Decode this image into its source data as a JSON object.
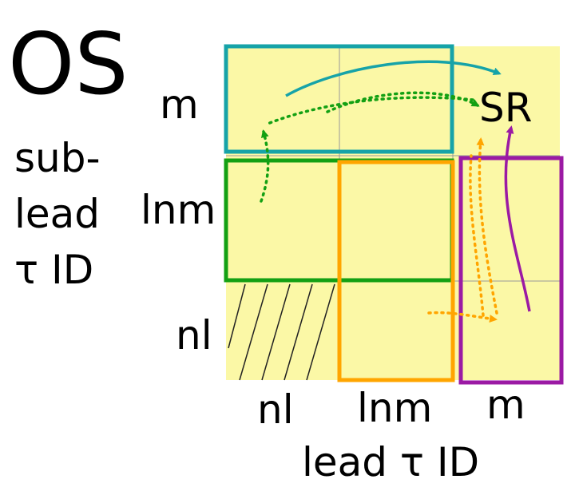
{
  "diagram": {
    "title": "OS",
    "y_axis": {
      "label_lines": [
        "sub-",
        "lead",
        "τ ID"
      ],
      "categories": [
        "m",
        "lnm",
        "nl"
      ]
    },
    "x_axis": {
      "label": "lead τ ID",
      "categories": [
        "nl",
        "lnm",
        "m"
      ]
    },
    "signal_region_label": "SR",
    "colors": {
      "cell_fill": "#fbf8a6",
      "grid_line": "#999999",
      "teal": "#16a3a8",
      "green": "#13a013",
      "orange": "#ffa500",
      "purple": "#9b1aa4"
    }
  }
}
